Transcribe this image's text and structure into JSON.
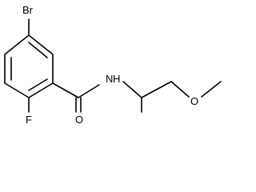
{
  "molecule": {
    "atoms": {
      "bromine": "Br",
      "fluorine": "F",
      "oxygen_carbonyl": "O",
      "nitrogen": "N",
      "hydrogen": "H",
      "oxygen_ether": "O"
    },
    "colors": {
      "bond": "#000000",
      "label": "#000000",
      "background": "#ffffff"
    }
  }
}
